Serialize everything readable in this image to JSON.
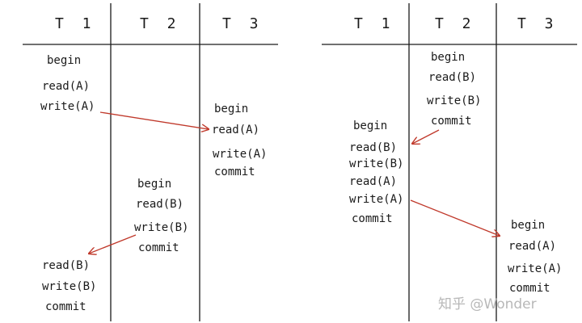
{
  "left": {
    "headers": [
      "T 1",
      "T 2",
      "T 3"
    ],
    "t1": {
      "begin": "begin",
      "read_a": "read(A)",
      "write_a": "write(A)",
      "read_b": "read(B)",
      "write_b": "write(B)",
      "commit": "commit"
    },
    "t2": {
      "begin": "begin",
      "read_b": "read(B)",
      "write_b": "write(B)",
      "commit": "commit"
    },
    "t3": {
      "begin": "begin",
      "read_a": "read(A)",
      "write_a": "write(A)",
      "commit": "commit"
    }
  },
  "right": {
    "headers": [
      "T 1",
      "T 2",
      "T 3"
    ],
    "t1": {
      "begin": "begin",
      "read_b": "read(B)",
      "write_b": "write(B)",
      "read_a": "read(A)",
      "write_a": "write(A)",
      "commit": "commit"
    },
    "t2": {
      "begin": "begin",
      "read_b": "read(B)",
      "write_b": "write(B)",
      "commit": "commit"
    },
    "t3": {
      "begin": "begin",
      "read_a": "read(A)",
      "write_a": "write(A)",
      "commit": "commit"
    }
  },
  "watermark": "知乎 @Wonder",
  "colors": {
    "ink": "#1a1a1a",
    "arrow": "#c0392b",
    "watermark": "#b8b8b8"
  }
}
